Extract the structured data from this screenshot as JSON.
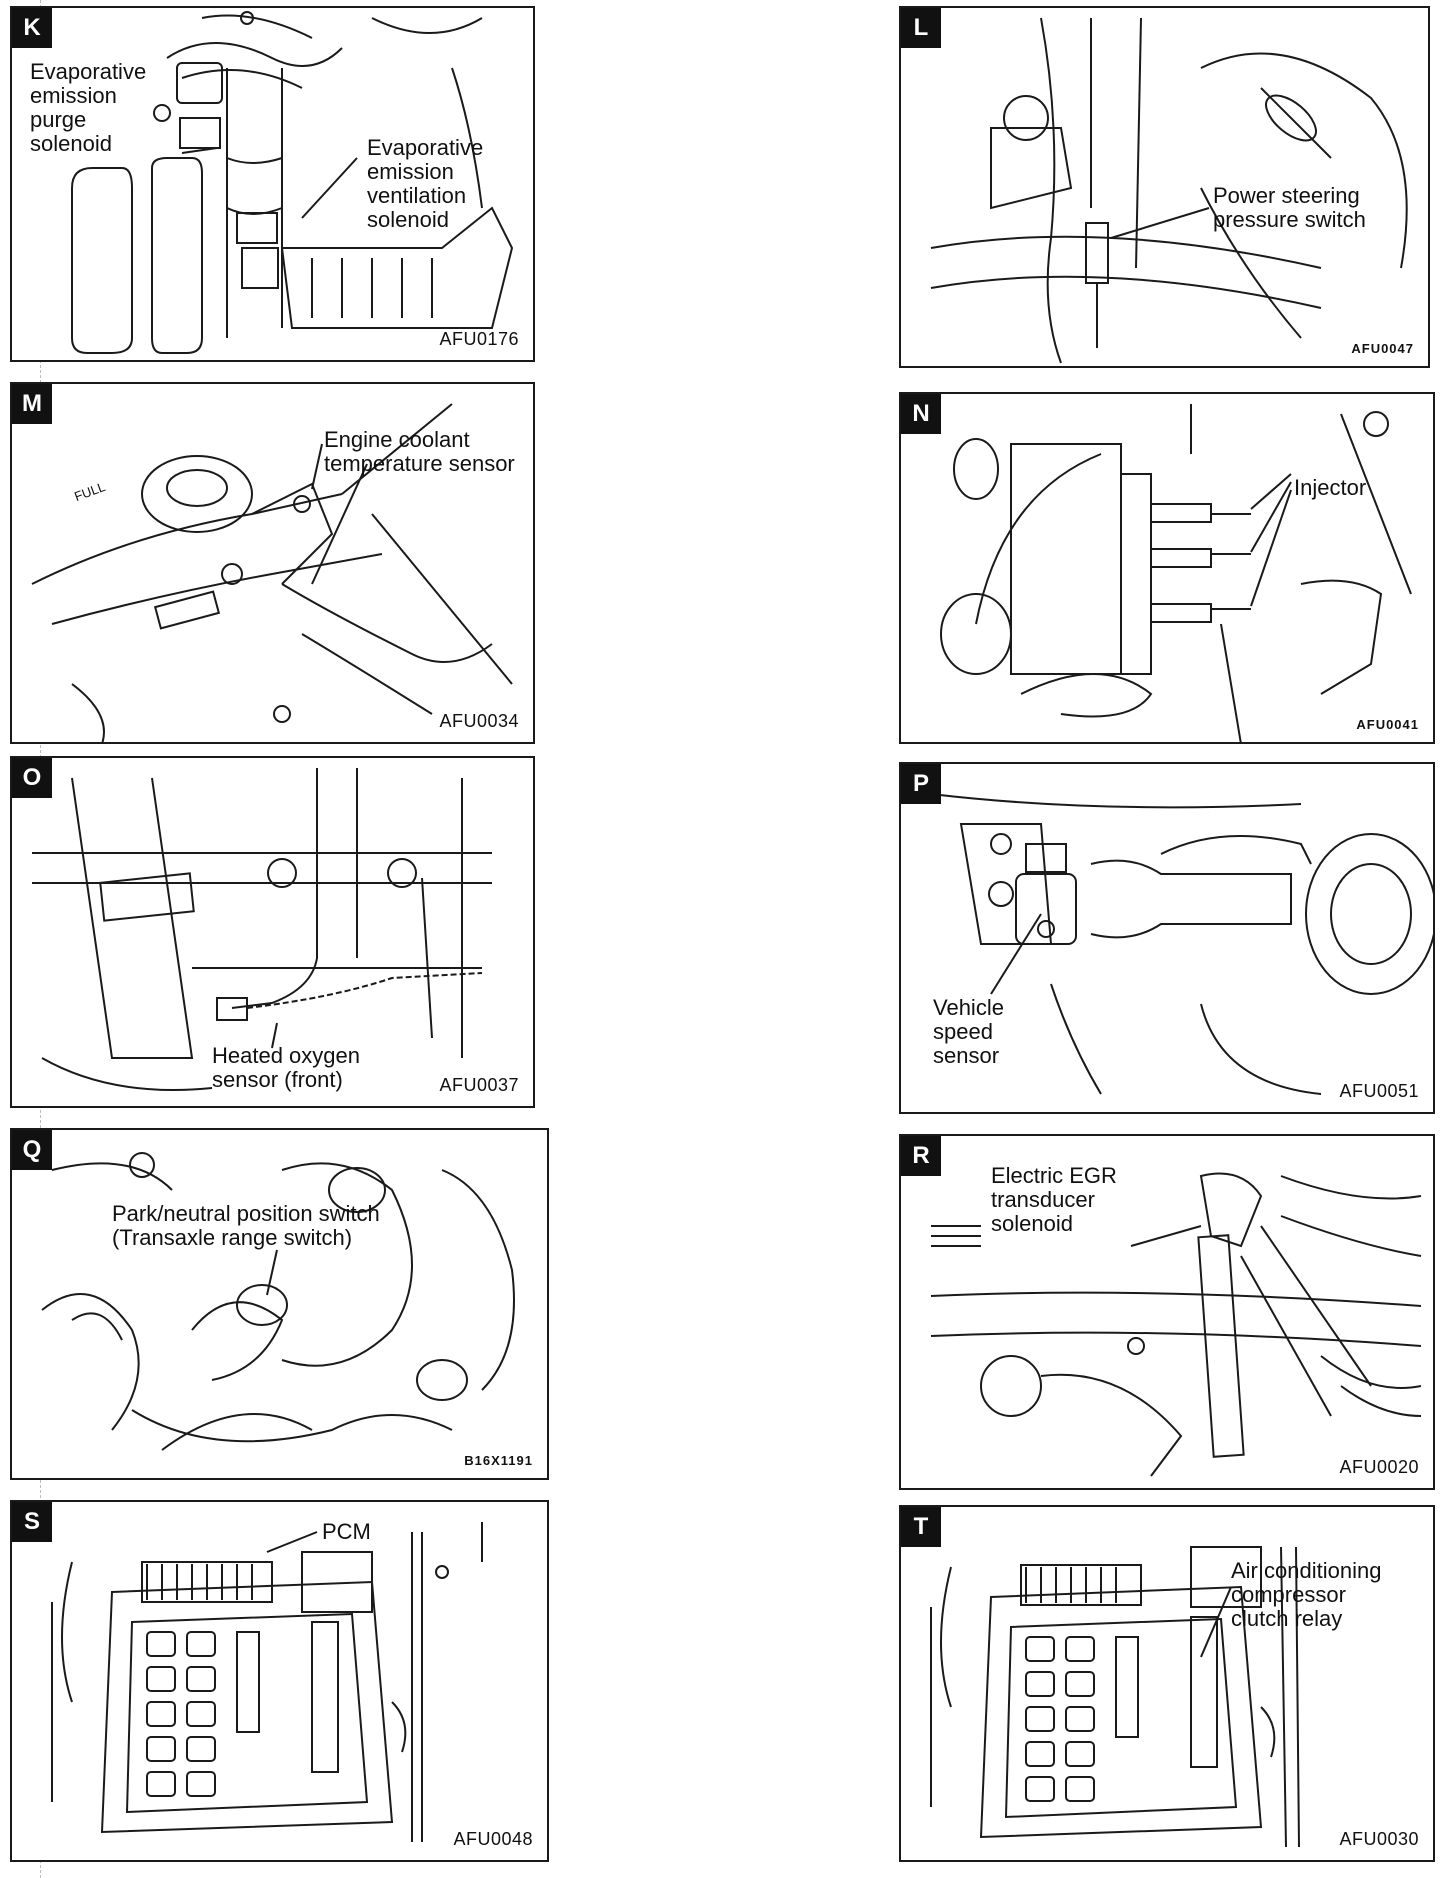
{
  "panels": {
    "K": {
      "letter": "K",
      "fig": "AFU0176",
      "cap1": "Evaporative\nemission\npurge\nsolenoid",
      "cap2": "Evaporative\nemission\nventilation\nsolenoid"
    },
    "L": {
      "letter": "L",
      "fig": "AFU0047",
      "cap1": "Power steering\npressure switch"
    },
    "M": {
      "letter": "M",
      "fig": "AFU0034",
      "cap1": "Engine coolant\ntemperature sensor",
      "stamp": "FULL"
    },
    "N": {
      "letter": "N",
      "fig": "AFU0041",
      "cap1": "Injector"
    },
    "O": {
      "letter": "O",
      "fig": "AFU0037",
      "cap1": "Heated oxygen\nsensor (front)"
    },
    "P": {
      "letter": "P",
      "fig": "AFU0051",
      "cap1": "Vehicle\nspeed\nsensor"
    },
    "Q": {
      "letter": "Q",
      "fig": "B16X1191",
      "cap1": "Park/neutral position switch\n(Transaxle range switch)"
    },
    "R": {
      "letter": "R",
      "fig": "AFU0020",
      "cap1": "Electric EGR\ntransducer\nsolenoid"
    },
    "S": {
      "letter": "S",
      "fig": "AFU0048",
      "cap1": "PCM"
    },
    "T": {
      "letter": "T",
      "fig": "AFU0030",
      "cap1": "Air conditioning\ncompressor\nclutch relay"
    }
  },
  "colors": {
    "ink": "#1a1a1a",
    "paper": "#ffffff"
  }
}
